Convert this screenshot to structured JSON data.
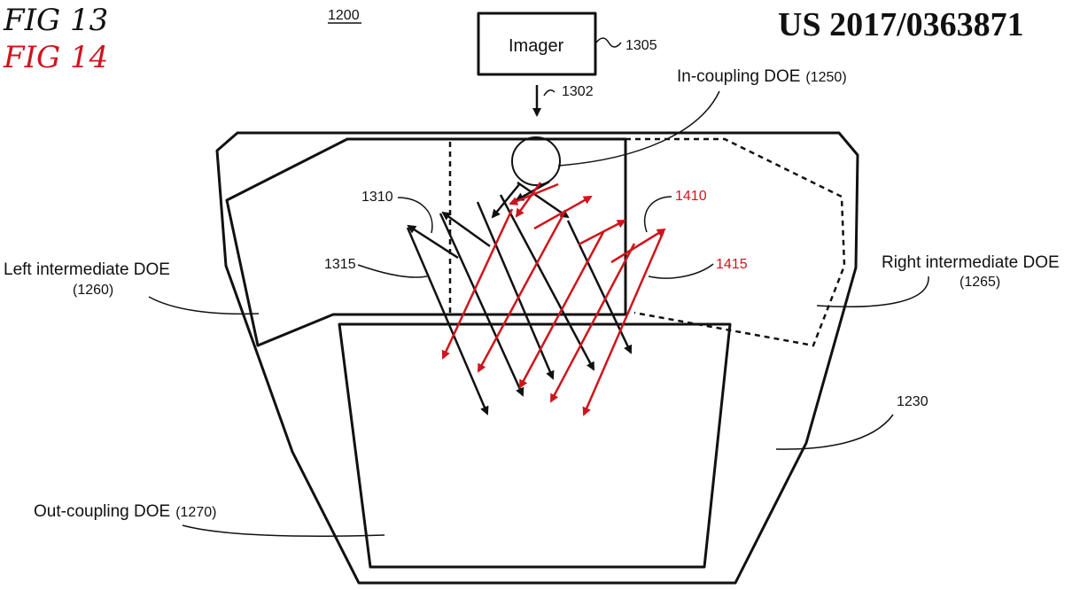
{
  "header": {
    "fig_13": "FIG 13",
    "fig_14": "FIG 14",
    "figure_number": "1200",
    "publication_number": "US 2017/0363871"
  },
  "labels": {
    "imager": "Imager",
    "imager_ref": "1305",
    "beam_ref": "1302",
    "in_coupling": "In-coupling DOE",
    "in_coupling_ref": "(1250)",
    "left_intermediate": "Left intermediate DOE",
    "left_intermediate_ref": "(1260)",
    "right_intermediate": "Right intermediate DOE",
    "right_intermediate_ref": "(1265)",
    "out_coupling": "Out-coupling DOE",
    "out_coupling_ref": "(1270)",
    "eyepiece_ref": "1230",
    "ray_1310": "1310",
    "ray_1315": "1315",
    "ray_1410": "1410",
    "ray_1415": "1415"
  },
  "colors": {
    "fig14_red": "#d0141c",
    "line_black": "#111111"
  }
}
